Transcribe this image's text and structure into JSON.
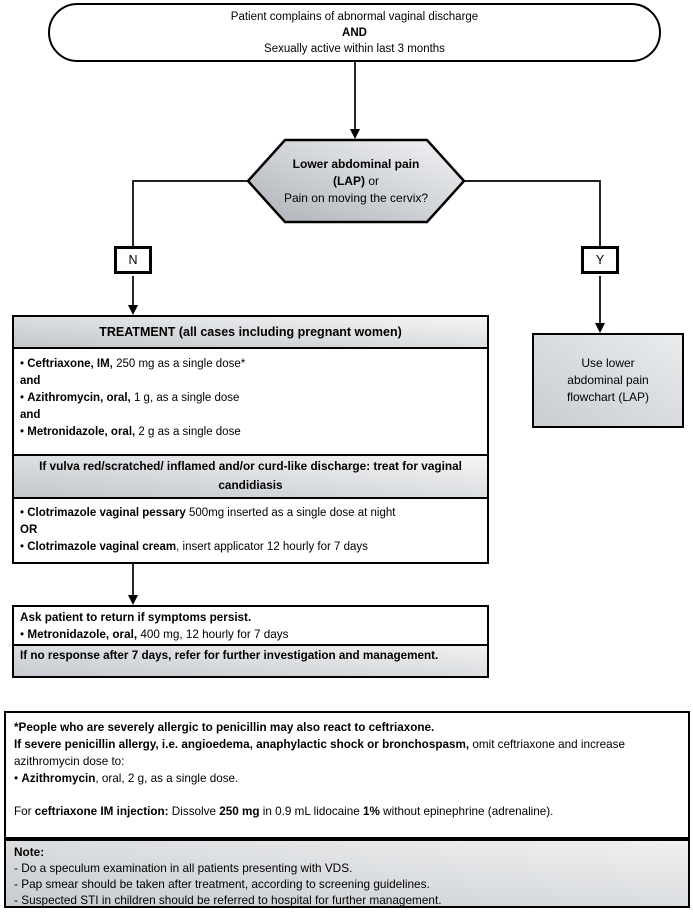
{
  "colors": {
    "line": "#000000",
    "hex_fill_dark": "#aeb3b9",
    "hex_fill_light": "#f2f3f5",
    "header_fill_dark": "#c3c7cb",
    "header_fill_light": "#f4f5f6"
  },
  "start_node": {
    "lines": [
      [
        {
          "t": "Patient complains of abnormal vaginal discharge"
        }
      ],
      [
        {
          "t": "AND",
          "b": true
        }
      ],
      [
        {
          "t": "Sexually active within last 3 months"
        }
      ]
    ]
  },
  "decision_node": {
    "lines": [
      [
        {
          "t": "Lower abdominal pain",
          "b": true
        }
      ],
      [
        {
          "t": "(LAP)",
          "b": true
        },
        {
          "t": " or"
        }
      ],
      [
        {
          "t": "Pain on moving the cervix?"
        }
      ]
    ]
  },
  "branch_no_label": "N",
  "branch_yes_label": "Y",
  "treatment_box": {
    "title": "TREATMENT (all cases including pregnant women)",
    "section1_lines": [
      [
        {
          "t": "• "
        },
        {
          "t": "Ceftriaxone, IM,",
          "b": true
        },
        {
          "t": " 250 mg as a single dose*"
        }
      ],
      [
        {
          "t": "and",
          "b": true
        }
      ],
      [
        {
          "t": "• "
        },
        {
          "t": "Azithromycin, oral,",
          "b": true
        },
        {
          "t": " 1 g, as a single dose"
        }
      ],
      [
        {
          "t": "and",
          "b": true
        }
      ],
      [
        {
          "t": "• "
        },
        {
          "t": "Metronidazole, oral,",
          "b": true
        },
        {
          "t": " 2 g as a single dose"
        }
      ]
    ],
    "subheader": "If vulva red/scratched/ inflamed and/or curd-like discharge: treat for vaginal candidiasis",
    "section2_lines": [
      [
        {
          "t": "• "
        },
        {
          "t": "Clotrimazole vaginal pessary",
          "b": true
        },
        {
          "t": " 500mg inserted as a single dose at night"
        }
      ],
      [
        {
          "t": "OR",
          "b": true
        }
      ],
      [
        {
          "t": "• "
        },
        {
          "t": "Clotrimazole vaginal cream",
          "b": true
        },
        {
          "t": ", insert applicator 12 hourly for 7 days"
        }
      ]
    ]
  },
  "lap_box": {
    "lines": [
      "Use lower",
      "abdominal pain",
      "flowchart (LAP)"
    ]
  },
  "followup_box": {
    "section1_lines": [
      [
        {
          "t": "Ask patient to return if symptoms persist.",
          "b": true
        }
      ],
      [
        {
          "t": "• "
        },
        {
          "t": "Metronidazole, oral,",
          "b": true
        },
        {
          "t": " 400 mg, 12 hourly for 7 days"
        }
      ]
    ],
    "section2_lines": [
      [
        {
          "t": "If no response after 7 days, refer for further investigation and management.",
          "b": true
        }
      ]
    ]
  },
  "footnote_box": {
    "group1_lines": [
      [
        {
          "t": "*People who are severely allergic to penicillin may also react to ceftriaxone.",
          "b": true
        }
      ],
      [
        {
          "t": "If severe penicillin allergy, i.e. angioedema, anaphylactic shock or bronchospasm,",
          "b": true
        },
        {
          "t": " omit ceftriaxone and increase azithromycin dose to:"
        }
      ],
      [
        {
          "t": "• "
        },
        {
          "t": "Azithromycin",
          "b": true
        },
        {
          "t": ", oral, 2 g, as a single dose."
        }
      ]
    ],
    "group2_lines": [
      [
        {
          "t": "For "
        },
        {
          "t": "ceftriaxone IM injection:",
          "b": true
        },
        {
          "t": " Dissolve "
        },
        {
          "t": "250 mg",
          "b": true
        },
        {
          "t": " in 0.9 mL lidocaine "
        },
        {
          "t": "1%",
          "b": true
        },
        {
          "t": " without epinephrine (adrenaline)."
        }
      ]
    ]
  },
  "note_box": {
    "lines": [
      [
        {
          "t": "Note:",
          "b": true
        }
      ],
      [
        {
          "t": "- Do a speculum examination in all patients presenting with VDS."
        }
      ],
      [
        {
          "t": "- Pap smear should be taken after treatment, according to screening guidelines."
        }
      ],
      [
        {
          "t": "- Suspected STI in children should be referred to hospital for further management."
        }
      ]
    ]
  }
}
